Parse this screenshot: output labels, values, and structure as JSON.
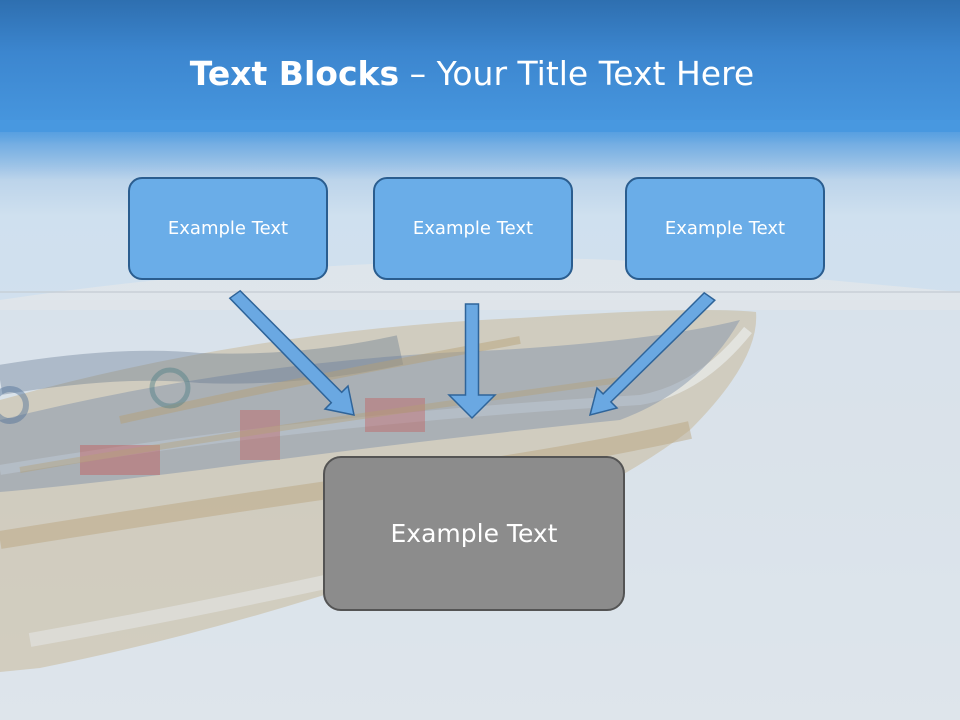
{
  "title": {
    "bold_part": "Text Blocks",
    "separator": " – ",
    "rest": "Your Title Text Here"
  },
  "blocks": {
    "top": [
      {
        "label": "Example Text"
      },
      {
        "label": "Example Text"
      },
      {
        "label": "Example Text"
      }
    ],
    "bottom": {
      "label": "Example Text"
    }
  },
  "colors": {
    "title_band": "#3c86cf",
    "top_box_fill": "#6aade8",
    "top_box_border": "#2a5d8f",
    "bottom_box_fill": "#8c8c8c",
    "bottom_box_border": "#545454",
    "arrow_fill": "#6aa8e2",
    "arrow_stroke": "#2f6499"
  },
  "background": {
    "subject": "beached-boat-photo"
  }
}
